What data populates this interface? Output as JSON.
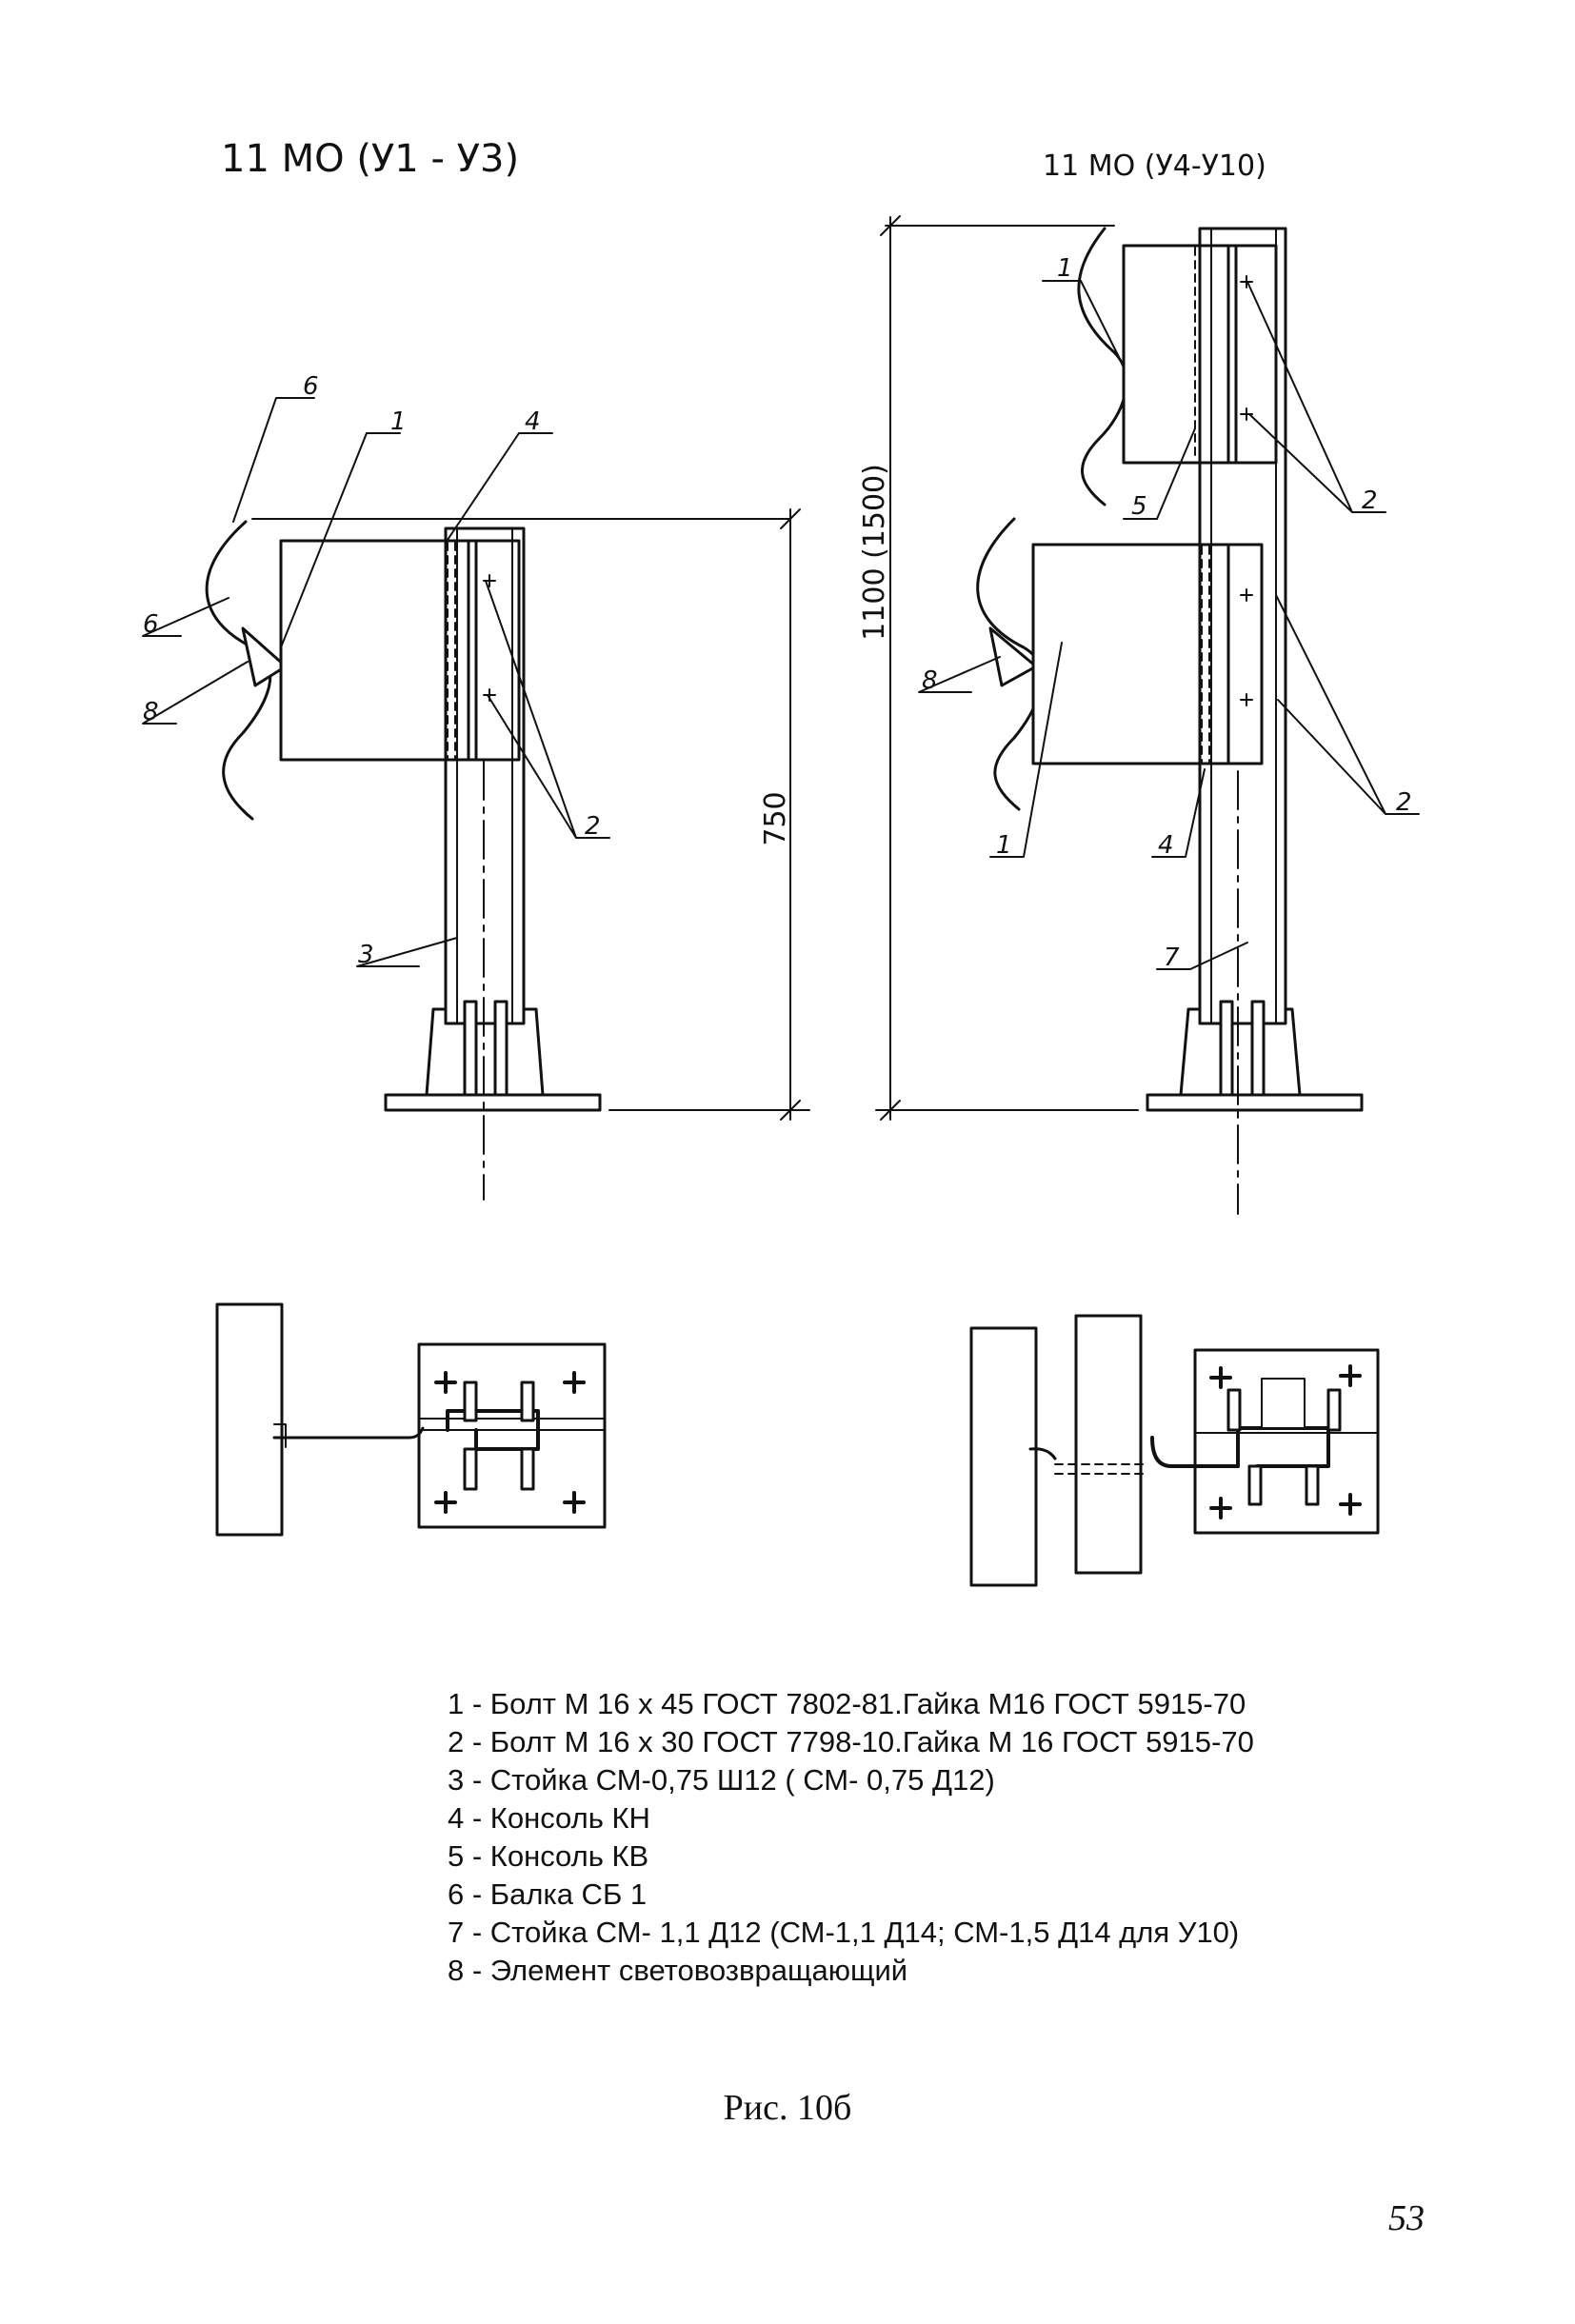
{
  "views": {
    "left_title": "11 МО (У1 - У3)",
    "right_title": "11 МО (У4-У10)"
  },
  "callouts": {
    "left": [
      "6",
      "1",
      "4",
      "6",
      "8",
      "2",
      "3"
    ],
    "right": [
      "1",
      "5",
      "2",
      "8",
      "2",
      "1",
      "4",
      "7"
    ]
  },
  "dimensions": {
    "left_height": "750",
    "right_height": "1100 (1500)"
  },
  "legend": [
    "1 - Болт М 16 х 45 ГОСТ 7802-81.Гайка М16 ГОСТ 5915-70",
    "2 - Болт М 16 х 30 ГОСТ 7798-10.Гайка М 16 ГОСТ 5915-70",
    "3 - Стойка СМ-0,75 Ш12 ( СМ- 0,75 Д12)",
    "4 - Консоль КН",
    "5 - Консоль КВ",
    "6 - Балка СБ 1",
    "7 - Стойка СМ- 1,1 Д12 (СМ-1,1 Д14; СМ-1,5 Д14 для У10)",
    "8 - Элемент световозвращающий"
  ],
  "caption": "Рис. 10б",
  "page_number": "53"
}
